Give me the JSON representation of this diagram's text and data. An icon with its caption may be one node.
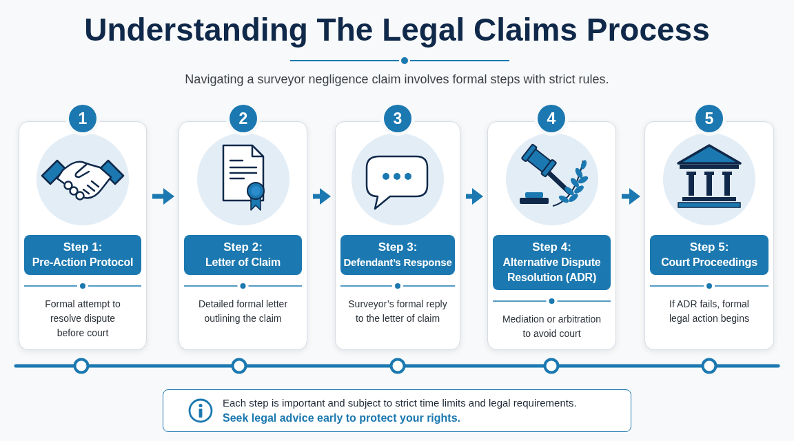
{
  "diagram": {
    "title": "Understanding The Legal Claims Process",
    "nodes": [
      {
        "text": [
          "1"
        ]
      },
      {
        "text": [
          "Formal attempt to resolve dispute before court"
        ]
      },
      {
        "text": [
          "Step 1:",
          "Pre-Action Protocol"
        ],
        "in": 1
      },
      {
        "text": [
          "2"
        ]
      },
      {
        "text": [
          "Detailed formal letter outlining the claim"
        ]
      },
      {
        "text": [
          "Step 2:",
          "Letter of Claim"
        ],
        "in": 4
      },
      {
        "text": [
          "3"
        ]
      },
      {
        "text": [
          "Surveyor’s formal reply to the letter of claim"
        ]
      },
      {
        "text": [
          "Step 3:",
          "Defendant’s Response"
        ],
        "in": 7
      },
      {
        "text": [
          "4"
        ]
      },
      {
        "text": [
          "Mediation or arbitration to avoid court"
        ]
      },
      {
        "text": [
          "Step 4:",
          "Alternative Dispute Resolution (ADR)"
        ],
        "in": 10
      },
      {
        "text": [
          "5"
        ]
      },
      {
        "text": [
          "If ADR fails, formal legal action begins"
        ]
      },
      {
        "text": [
          "Step 5:",
          "Court Proceedings"
        ],
        "in": 13
      },
      {
        "text": [
          "Each step is important and subject to strict time limits and legal requirements.",
          "Seek legal advice early to protect your rights."
        ]
      }
    ],
    "edges": [
      {
        "from": 1,
        "to": 4,
        "arrow": "to"
      },
      {
        "from": 4,
        "to": 7,
        "arrow": "to"
      },
      {
        "from": 7,
        "to": 10,
        "arrow": "to"
      },
      {
        "from": 10,
        "to": 13,
        "arrow": "to"
      }
    ],
    "labels": [
      "Navigating a surveyor negligence claim involves formal steps with strict rules."
    ]
  }
}
